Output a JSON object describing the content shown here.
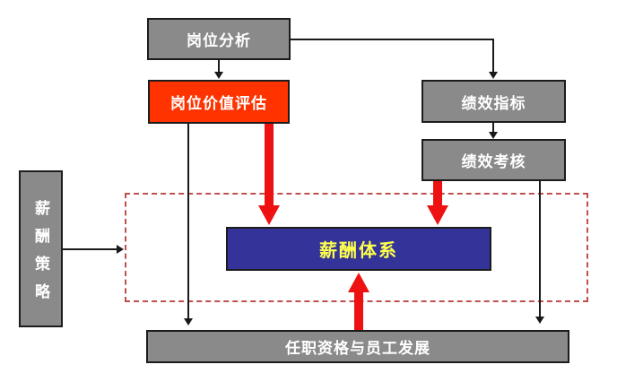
{
  "diagram": {
    "description": "Compensation system relationship flowchart",
    "background": "#ffffff",
    "colors": {
      "node_gray_fill": "#8a8a8a",
      "node_red_fill": "#ff3300",
      "node_blue_fill": "#333399",
      "node_border": "#1c1c1c",
      "text_white": "#ffffff",
      "text_yellow": "#ffff4d",
      "thin_arrow": "#1a1a1a",
      "thick_arrow_red": "#ee1111",
      "dashed_region_border": "#c0504d"
    },
    "nodes": {
      "job_analysis": "岗位分析",
      "job_value_evaluation": "岗位价值评估",
      "performance_indicators": "绩效指标",
      "performance_appraisal": "绩效考核",
      "compensation_strategy": "薪酬策略",
      "compensation_system": "薪酬体系",
      "qualification_development": "任职资格与员工发展"
    },
    "edges": [
      {
        "from": "job_analysis",
        "to": "job_value_evaluation",
        "style": "thin-black-arrow"
      },
      {
        "from": "job_analysis",
        "to": "performance_indicators",
        "style": "thin-black-elbow-arrow"
      },
      {
        "from": "performance_indicators",
        "to": "performance_appraisal",
        "style": "thin-black-arrow"
      },
      {
        "from": "job_value_evaluation",
        "to": "compensation_system",
        "style": "thick-red-arrow"
      },
      {
        "from": "performance_appraisal",
        "to": "compensation_system",
        "style": "thick-red-arrow"
      },
      {
        "from": "job_value_evaluation",
        "to": "qualification_development",
        "style": "thin-black-arrow"
      },
      {
        "from": "performance_appraisal",
        "to": "qualification_development",
        "style": "thin-black-arrow"
      },
      {
        "from": "qualification_development",
        "to": "compensation_system",
        "style": "thick-red-arrow"
      },
      {
        "from": "compensation_strategy",
        "to": "dashed_region",
        "style": "thin-black-arrow"
      }
    ]
  }
}
